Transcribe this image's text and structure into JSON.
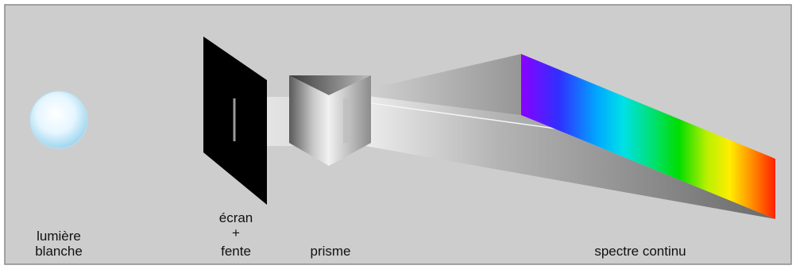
{
  "labels": {
    "light_line1": "lumière",
    "light_line2": "blanche",
    "screen_line1": "écran",
    "screen_line2": "+",
    "screen_line3": "fente",
    "prism": "prisme",
    "spectrum": "spectre continu"
  },
  "colors": {
    "background": "#cdcdcd",
    "frame": "#8a8a8a",
    "screen": "#000000",
    "spectrum_stops": [
      "#8a00ff",
      "#3030ff",
      "#00c8ff",
      "#00e0a0",
      "#00dd00",
      "#b8f000",
      "#ffee00",
      "#ff8c00",
      "#ff2000"
    ]
  }
}
